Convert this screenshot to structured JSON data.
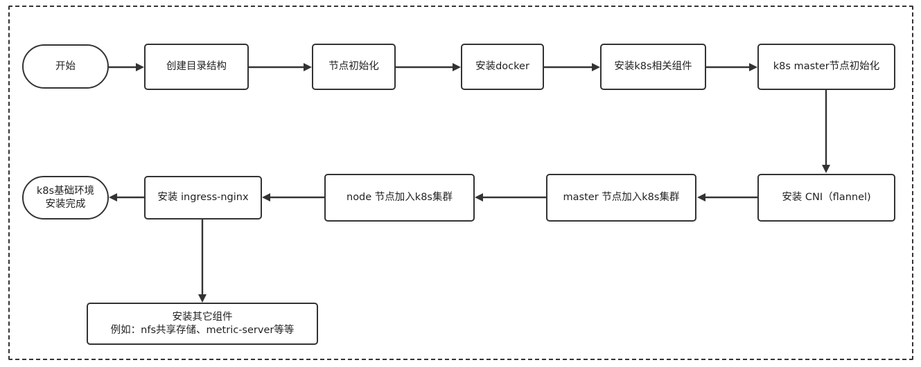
{
  "diagram": {
    "nodes": {
      "start": "开始",
      "create_dirs": "创建目录结构",
      "node_init": "节点初始化",
      "install_docker": "安装docker",
      "install_k8s_components": "安装k8s相关组件",
      "master_init": "k8s master节点初始化",
      "install_cni": "安装 CNI（flannel)",
      "master_join": "master 节点加入k8s集群",
      "node_join": "node 节点加入k8s集群",
      "install_ingress": "安装 ingress-nginx",
      "done": "k8s基础环境\n安装完成",
      "other_components": "安装其它组件\n例如：nfs共享存储、metric-server等等"
    }
  }
}
